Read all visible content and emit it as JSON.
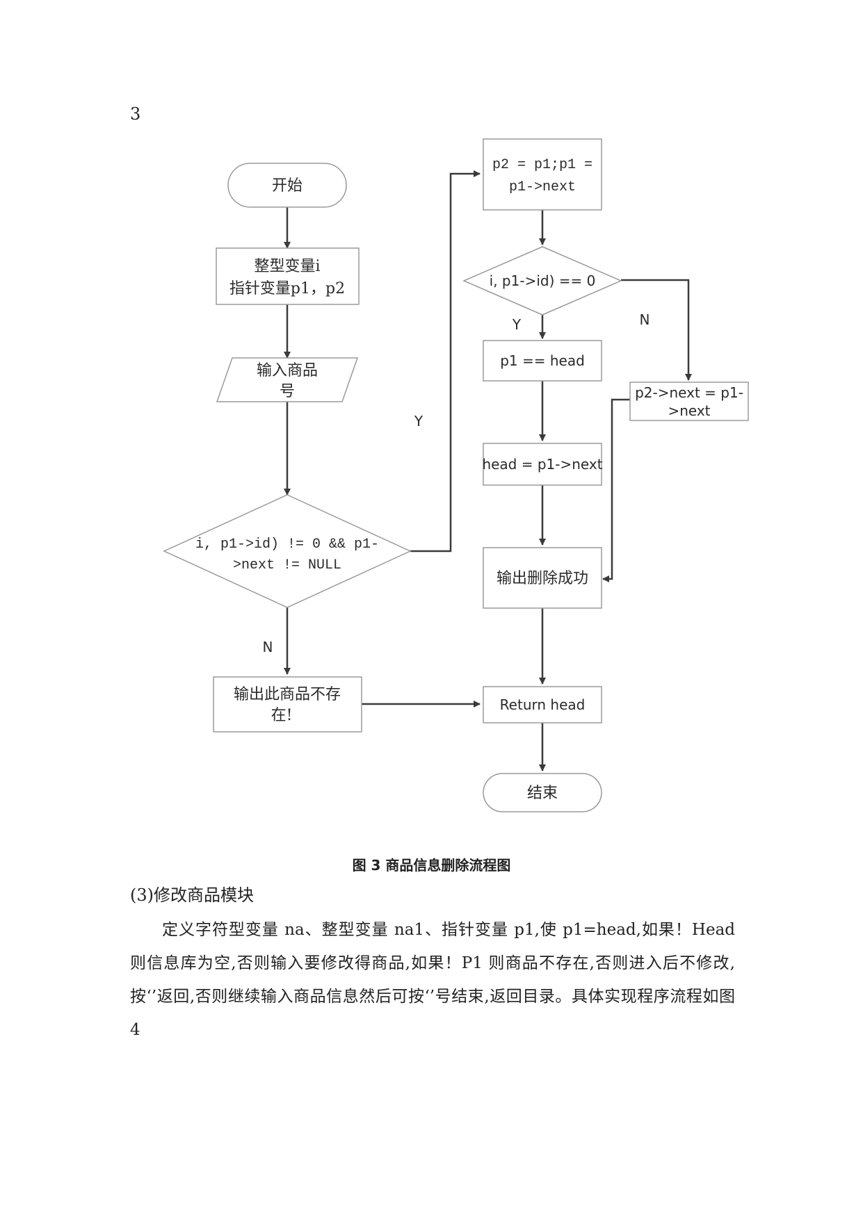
{
  "page_number": "3",
  "flowchart": {
    "start": "开始",
    "declare": [
      "整型变量i",
      "指针变量p1，p2"
    ],
    "input": [
      "输入商品",
      "号"
    ],
    "loop_condition": [
      "i, p1->id) != 0 && p1-",
      ">next != NULL"
    ],
    "advance": [
      "p2 = p1;p1 =",
      "p1->next"
    ],
    "match_condition": "i, p1->id) == 0",
    "is_head": "p1 == head",
    "set_head": "head = p1->next",
    "relink": [
      "p2->next = p1-",
      ">next"
    ],
    "success": "输出删除成功",
    "not_found": [
      "输出此商品不存",
      "在!"
    ],
    "return": "Return head",
    "end": "结束",
    "labels": {
      "loop_yes": "Y",
      "loop_no": "N",
      "match_yes": "Y",
      "match_no": "N"
    }
  },
  "caption": "图 3  商品信息删除流程图",
  "section_title": "(3)修改商品模块",
  "paragraph": "定义字符型变量 na、整型变量 na1、指针变量 p1,使 p1=head,如果！Head 则信息库为空,否则输入要修改得商品,如果！P1 则商品不存在,否则进入后不修改,按‘’返回,否则继续输入商品信息然后可按‘’号结束,返回目录。具体实现程序流程如图 4"
}
